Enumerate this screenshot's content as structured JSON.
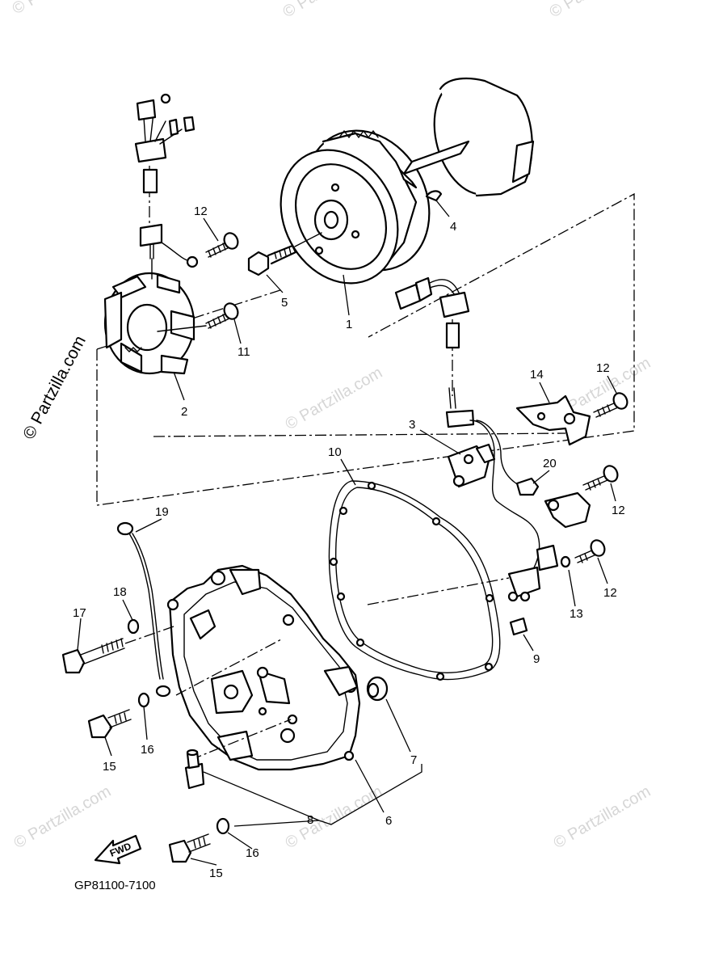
{
  "watermark": "© Partzilla.com",
  "diagram_code": "GP81100-7100",
  "direction_label": "FWD",
  "callouts": [
    {
      "id": "c1",
      "label": "1"
    },
    {
      "id": "c2",
      "label": "2"
    },
    {
      "id": "c3",
      "label": "3"
    },
    {
      "id": "c4",
      "label": "4"
    },
    {
      "id": "c5",
      "label": "5"
    },
    {
      "id": "c6",
      "label": "6"
    },
    {
      "id": "c7",
      "label": "7"
    },
    {
      "id": "c8",
      "label": "8"
    },
    {
      "id": "c9",
      "label": "9"
    },
    {
      "id": "c10",
      "label": "10"
    },
    {
      "id": "c11",
      "label": "11"
    },
    {
      "id": "c12a",
      "label": "12"
    },
    {
      "id": "c12b",
      "label": "12"
    },
    {
      "id": "c12c",
      "label": "12"
    },
    {
      "id": "c12d",
      "label": "12"
    },
    {
      "id": "c13",
      "label": "13"
    },
    {
      "id": "c14",
      "label": "14"
    },
    {
      "id": "c15a",
      "label": "15"
    },
    {
      "id": "c15b",
      "label": "15"
    },
    {
      "id": "c16a",
      "label": "16"
    },
    {
      "id": "c16b",
      "label": "16"
    },
    {
      "id": "c17",
      "label": "17"
    },
    {
      "id": "c18",
      "label": "18"
    },
    {
      "id": "c19",
      "label": "19"
    },
    {
      "id": "c20",
      "label": "20"
    }
  ]
}
